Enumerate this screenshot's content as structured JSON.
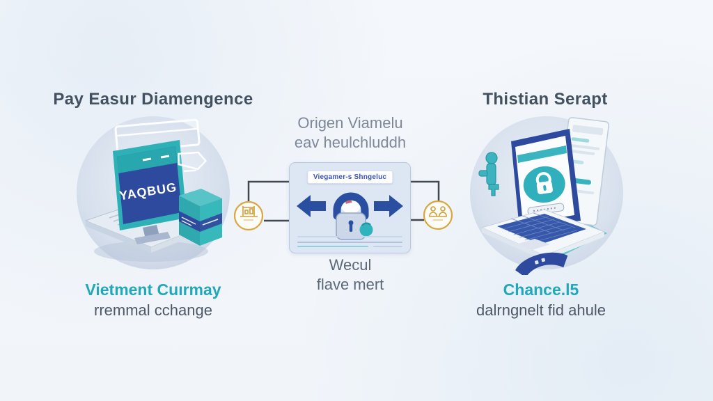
{
  "left": {
    "title": "Pay Easur Diamengence",
    "monitor_text": "YAQBUG",
    "subtitle": "Vietment Cuırmay",
    "caption": "rremmal cchange"
  },
  "center": {
    "intro_line1": "Origen Viamelu",
    "intro_line2": "eav heulchluddh",
    "box_label": "Viegamer-s Shngeluc",
    "caption_line1": "Wecul",
    "caption_line2": "flave mert"
  },
  "right": {
    "title": "Thistian Serapt",
    "subtitle": "Chance.l5",
    "caption": "dalrngnelt fid ahule"
  },
  "icons": {
    "left_connector": "bank-kiosk-icon",
    "right_connector": "people-handshake-icon",
    "center": "padlock-icon"
  },
  "colors": {
    "accent_teal": "#21a8ba",
    "accent_blue": "#2a4fa0",
    "heading_text": "#42505f",
    "muted_text": "#7e8898",
    "caption_text": "#4d5765",
    "gold": "#d7a63f",
    "box_background": "#dde7f4",
    "connector_line": "#41474f"
  }
}
